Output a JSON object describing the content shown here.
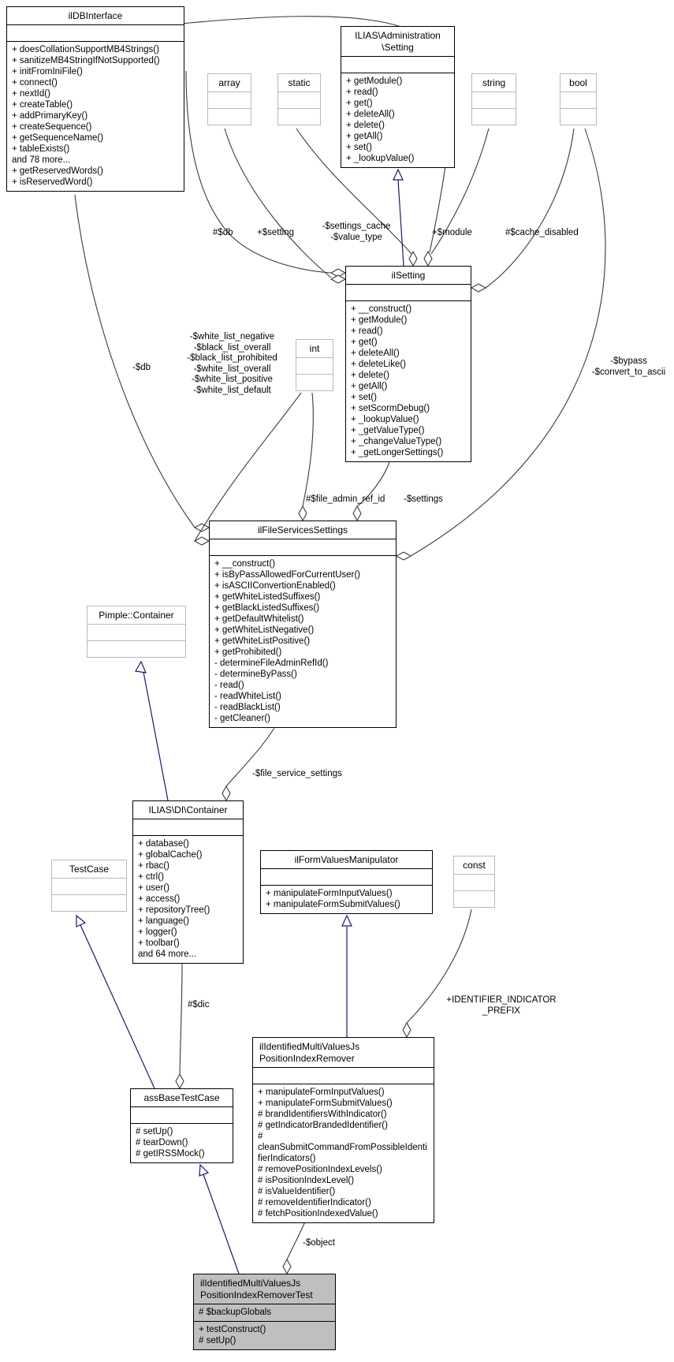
{
  "colors": {
    "inheritance": "#191970",
    "association": "#3a3a3a",
    "box_border": "#000000",
    "gray_border": "#b9b9b9",
    "highlight_fill": "#bfbfbf"
  },
  "classes": {
    "ildbinterface": {
      "title": "ilDBInterface",
      "attributes": [],
      "methods": [
        "+ doesCollationSupportMB4Strings()",
        "+ sanitizeMB4StringIfNotSupported()",
        "+ initFromIniFile()",
        "+ connect()",
        "+ nextId()",
        "+ createTable()",
        "+ addPrimaryKey()",
        "+ createSequence()",
        "+ getSequenceName()",
        "+ tableExists()",
        "and 78 more...",
        "+ getReservedWords()",
        "+ isReservedWord()"
      ]
    },
    "array_type": {
      "title": "array",
      "attributes": [],
      "methods": []
    },
    "static_type": {
      "title": "static",
      "attributes": [],
      "methods": []
    },
    "admin_setting": {
      "title": "ILIAS\\Administration\n\\Setting",
      "attributes": [],
      "methods": [
        "+ getModule()",
        "+ read()",
        "+ get()",
        "+ deleteAll()",
        "+ delete()",
        "+ getAll()",
        "+ set()",
        "+ _lookupValue()"
      ]
    },
    "string_type": {
      "title": "string",
      "attributes": [],
      "methods": []
    },
    "bool_type": {
      "title": "bool",
      "attributes": [],
      "methods": []
    },
    "ilsetting": {
      "title": "ilSetting",
      "attributes": [],
      "methods": [
        "+ __construct()",
        "+ getModule()",
        "+ read()",
        "+ get()",
        "+ deleteAll()",
        "+ deleteLike()",
        "+ delete()",
        "+ getAll()",
        "+ set()",
        "+ setScormDebug()",
        "+ _lookupValue()",
        "+ _getValueType()",
        "+ _changeValueType()",
        "+ _getLongerSettings()"
      ]
    },
    "int_type": {
      "title": "int",
      "attributes": [],
      "methods": []
    },
    "filesettings": {
      "title": "ilFileServicesSettings",
      "attributes": [],
      "methods": [
        "+ __construct()",
        "+ isByPassAllowedForCurrentUser()",
        "+ isASCIIConvertionEnabled()",
        "+ getWhiteListedSuffixes()",
        "+ getBlackListedSuffixes()",
        "+ getDefaultWhitelist()",
        "+ getWhiteListNegative()",
        "+ getWhiteListPositive()",
        "+ getProhibited()",
        "- determineFileAdminRefId()",
        "- determineByPass()",
        "- read()",
        "- readWhiteList()",
        "- readBlackList()",
        "- getCleaner()"
      ]
    },
    "pimple": {
      "title": "Pimple::Container",
      "attributes": [],
      "methods": []
    },
    "dicontainer": {
      "title": "ILIAS\\DI\\Container",
      "attributes": [],
      "methods": [
        "+ database()",
        "+ globalCache()",
        "+ rbac()",
        "+ ctrl()",
        "+ user()",
        "+ access()",
        "+ repositoryTree()",
        "+ language()",
        "+ logger()",
        "+ toolbar()",
        "and 64 more..."
      ]
    },
    "testcase": {
      "title": "TestCase",
      "attributes": [],
      "methods": []
    },
    "formmanipulator": {
      "title": "ilFormValuesManipulator",
      "attributes": [],
      "methods": [
        "+ manipulateFormInputValues()",
        "+ manipulateFormSubmitValues()"
      ]
    },
    "const_type": {
      "title": "const",
      "attributes": [],
      "methods": []
    },
    "remover": {
      "title": "ilIdentifiedMultiValuesJs\nPositionIndexRemover",
      "attributes": [],
      "methods": [
        "+ manipulateFormInputValues()",
        "+ manipulateFormSubmitValues()",
        "# brandIdentifiersWithIndicator()",
        "# getIndicatorBrandedIdentifier()",
        "# cleanSubmitCommandFromPossibleIdentifierIndicators()",
        "# removePositionIndexLevels()",
        "# isPositionIndexLevel()",
        "# isValueIdentifier()",
        "# removeIdentifierIndicator()",
        "# fetchPositionIndexedValue()"
      ]
    },
    "assbase": {
      "title": "assBaseTestCase",
      "attributes": [],
      "methods": [
        "# setUp()",
        "# tearDown()",
        "# getIRSSMock()"
      ]
    },
    "removertest": {
      "title": "ilIdentifiedMultiValuesJs\nPositionIndexRemoverTest",
      "attributes": [
        "# $backupGlobals"
      ],
      "methods": [
        "+ testConstruct()",
        "# setUp()"
      ]
    }
  },
  "edge_labels": {
    "db": "#$db",
    "setting": "+$setting",
    "settings_cache": "-$settings_cache\n-$value_type",
    "module": "+$module",
    "cache_disabled": "#$cache_disabled",
    "db_file": "-$db",
    "white_lists": "-$white_list_negative\n-$black_list_overall\n-$black_list_prohibited\n-$white_list_overall\n-$white_list_positive\n-$white_list_default",
    "bypass": "-$bypass\n-$convert_to_ascii",
    "file_admin_ref_id": "#$file_admin_ref_id",
    "settings": "-$settings",
    "file_service_settings": "-$file_service_settings",
    "dic": "#$dic",
    "identifier_prefix": "+IDENTIFIER_INDICATOR\n_PREFIX",
    "object": "-$object"
  }
}
